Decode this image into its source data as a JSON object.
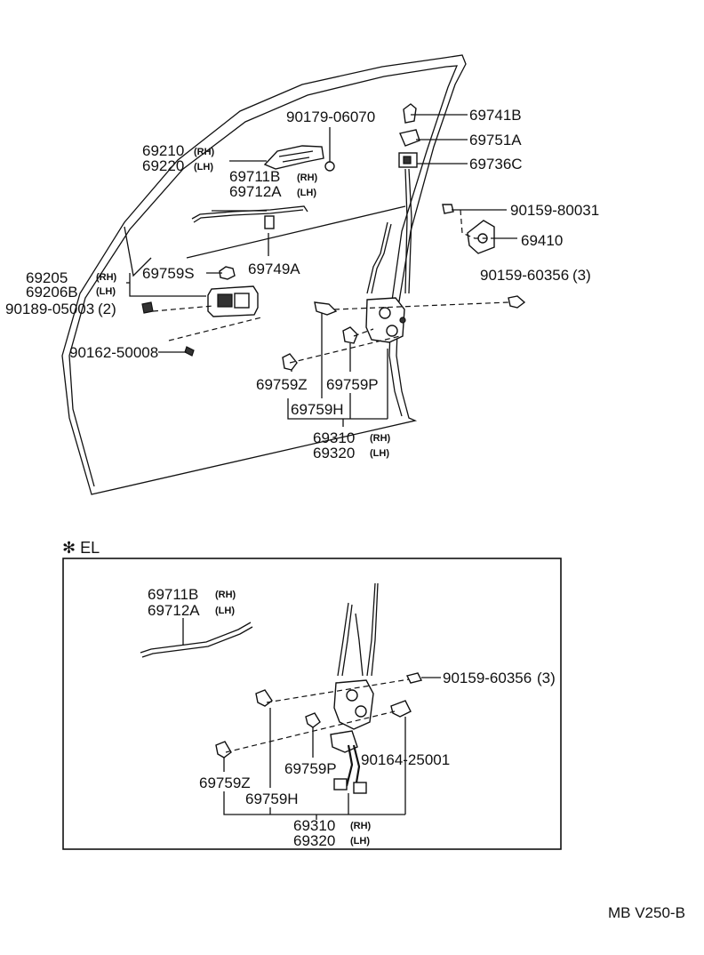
{
  "top": {
    "labels": {
      "p90179_06070": "90179-06070",
      "p69741B": "69741B",
      "p69751A": "69751A",
      "p69736C": "69736C",
      "p69210": "69210",
      "p69220": "69220",
      "p69711B": "69711B",
      "p69712A": "69712A",
      "p90159_80031": "90159-80031",
      "p69410": "69410",
      "p69749A": "69749A",
      "p69759S": "69759S",
      "p69205": "69205",
      "p69206B": "69206B",
      "p90159_60356": "90159-60356",
      "p90189_05003": "90189-05003",
      "p90162_50008": "90162-50008",
      "p69759Z": "69759Z",
      "p69759P": "69759P",
      "p69759H": "69759H",
      "p69310": "69310",
      "p69320": "69320"
    },
    "qty": {
      "q3": "(3)",
      "q2": "(2)"
    }
  },
  "sides": {
    "rh": "(RH)",
    "lh": "(LH)"
  },
  "inset": {
    "title": "✻ EL",
    "labels": {
      "p69711B": "69711B",
      "p69712A": "69712A",
      "p90159_60356": "90159-60356",
      "p90164_25001": "90164-25001",
      "p69759Z": "69759Z",
      "p69759P": "69759P",
      "p69759H": "69759H",
      "p69310": "69310",
      "p69320": "69320"
    },
    "qty": {
      "q3": "(3)"
    }
  },
  "footer": {
    "code": "MB V250-B"
  }
}
